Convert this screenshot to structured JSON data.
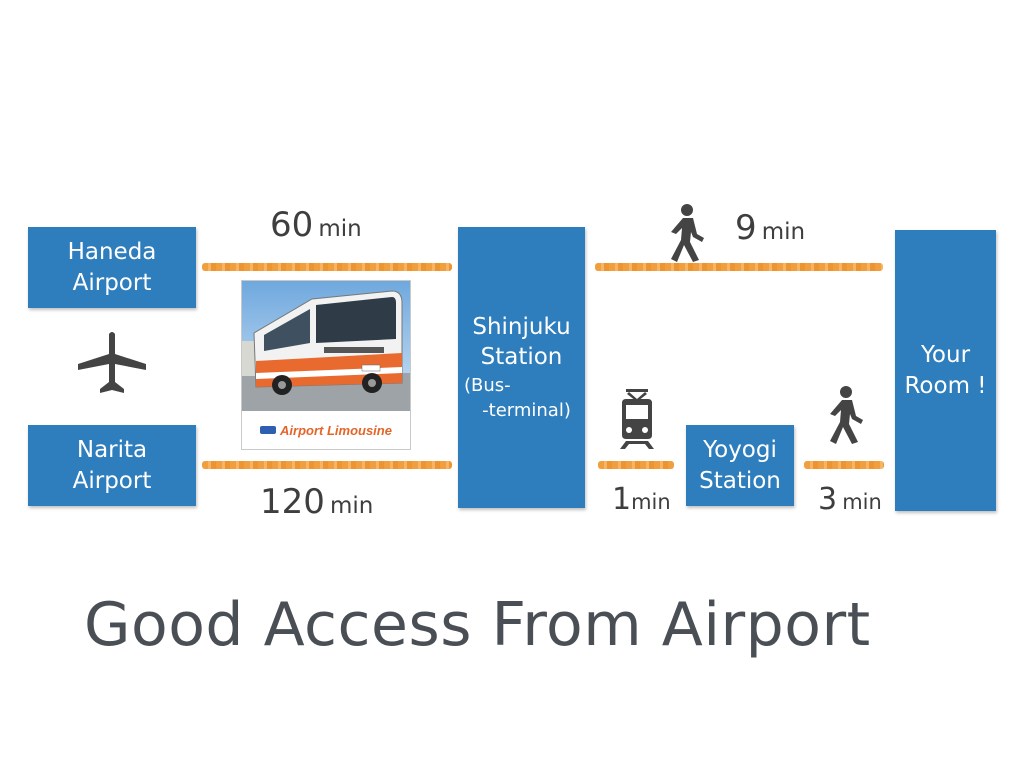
{
  "colors": {
    "box_fill": "#2e7dbd",
    "box_text": "#ffffff",
    "route_line": "#f09a34",
    "label_text": "#3e3e3e",
    "title_text": "#4a4f55"
  },
  "boxes": {
    "haneda": {
      "line1": "Haneda",
      "line2": "Airport"
    },
    "narita": {
      "line1": "Narita",
      "line2": "Airport"
    },
    "shinjuku": {
      "line1": "Shinjuku",
      "line2": "Station",
      "line3": "(Bus-",
      "line4": "-terminal)"
    },
    "yoyogi": {
      "line1": "Yoyogi",
      "line2": "Station"
    },
    "room": {
      "line1": "Your",
      "line2": "Room !"
    }
  },
  "routes": {
    "haneda_bus": {
      "value": "60",
      "unit": "min"
    },
    "narita_bus": {
      "value": "120",
      "unit": "min"
    },
    "walk_shinjuku": {
      "value": "9",
      "unit": "min"
    },
    "train_yoyogi": {
      "value": "1",
      "unit": "min"
    },
    "walk_yoyogi": {
      "value": "3",
      "unit": "min"
    }
  },
  "bus_photo": {
    "caption": "Airport Limousine"
  },
  "icons": {
    "airport": "airplane-icon",
    "walk_top": "walking-person-icon",
    "train": "train-icon",
    "walk_bottom": "walking-person-icon"
  },
  "title": "Good Access From Airport"
}
